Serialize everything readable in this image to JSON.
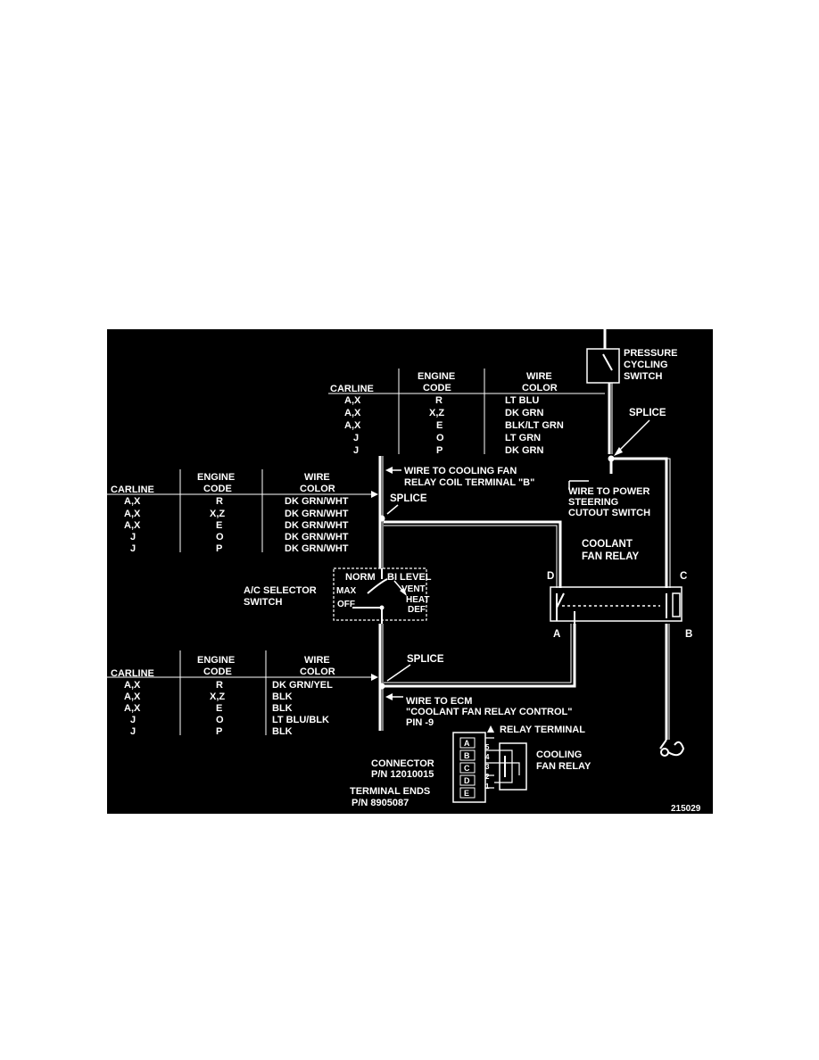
{
  "labels": {
    "pressure_switch": [
      "PRESSURE",
      "CYCLING",
      "SWITCH"
    ],
    "splice": "SPLICE",
    "wire_to_fan_relay_coil": [
      "WIRE TO COOLING FAN",
      "RELAY COIL TERMINAL \"B\""
    ],
    "wire_to_power_steering": [
      "WIRE TO POWER",
      "STEERING",
      "CUTOUT SWITCH"
    ],
    "coolant_fan_relay": [
      "COOLANT",
      "FAN RELAY"
    ],
    "ac_selector_switch": [
      "A/C SELECTOR",
      "SWITCH"
    ],
    "selector_positions": {
      "norm": "NORM",
      "bilevel": "BI LEVEL",
      "vent": "VENT",
      "max": "MAX",
      "heat": "HEAT",
      "off": "OFF",
      "def": "DEF"
    },
    "wire_to_ecm": [
      "WIRE TO ECM",
      "\"COOLANT FAN RELAY CONTROL\"",
      "PIN -9"
    ],
    "relay_terminal": "RELAY TERMINAL",
    "connector": [
      "CONNECTOR",
      "P/N 12010015"
    ],
    "terminal_ends": [
      "TERMINAL ENDS",
      "P/N 8905087"
    ],
    "cooling_fan_relay": [
      "COOLING",
      "FAN RELAY"
    ],
    "relay_terminals": {
      "a": "A",
      "b": "B",
      "c": "C",
      "d": "D"
    },
    "connector_cavities": [
      "A",
      "B",
      "C",
      "D",
      "E"
    ],
    "pin_numbers": [
      "5",
      "4",
      "3",
      "2",
      "1"
    ],
    "figure_id": "215029"
  },
  "tables": [
    {
      "headers": {
        "carline": "CARLINE",
        "engine": [
          "ENGINE",
          "CODE"
        ],
        "wire": [
          "WIRE",
          "COLOR"
        ]
      },
      "rows": [
        [
          "A,X",
          "R",
          "LT BLU"
        ],
        [
          "A,X",
          "X,Z",
          "DK GRN"
        ],
        [
          "A,X",
          "E",
          "BLK/LT GRN"
        ],
        [
          "J",
          "O",
          "LT GRN"
        ],
        [
          "J",
          "P",
          "DK GRN"
        ]
      ]
    },
    {
      "headers": {
        "carline": "CARLINE",
        "engine": [
          "ENGINE",
          "CODE"
        ],
        "wire": [
          "WIRE",
          "COLOR"
        ]
      },
      "rows": [
        [
          "A,X",
          "R",
          "DK GRN/WHT"
        ],
        [
          "A,X",
          "X,Z",
          "DK GRN/WHT"
        ],
        [
          "A,X",
          "E",
          "DK GRN/WHT"
        ],
        [
          "J",
          "O",
          "DK GRN/WHT"
        ],
        [
          "J",
          "P",
          "DK GRN/WHT"
        ]
      ]
    },
    {
      "headers": {
        "carline": "CARLINE",
        "engine": [
          "ENGINE",
          "CODE"
        ],
        "wire": [
          "WIRE",
          "COLOR"
        ]
      },
      "rows": [
        [
          "A,X",
          "R",
          "DK GRN/YEL"
        ],
        [
          "A,X",
          "X,Z",
          "BLK"
        ],
        [
          "A,X",
          "E",
          "BLK"
        ],
        [
          "J",
          "O",
          "LT BLU/BLK"
        ],
        [
          "J",
          "P",
          "BLK"
        ]
      ]
    }
  ]
}
